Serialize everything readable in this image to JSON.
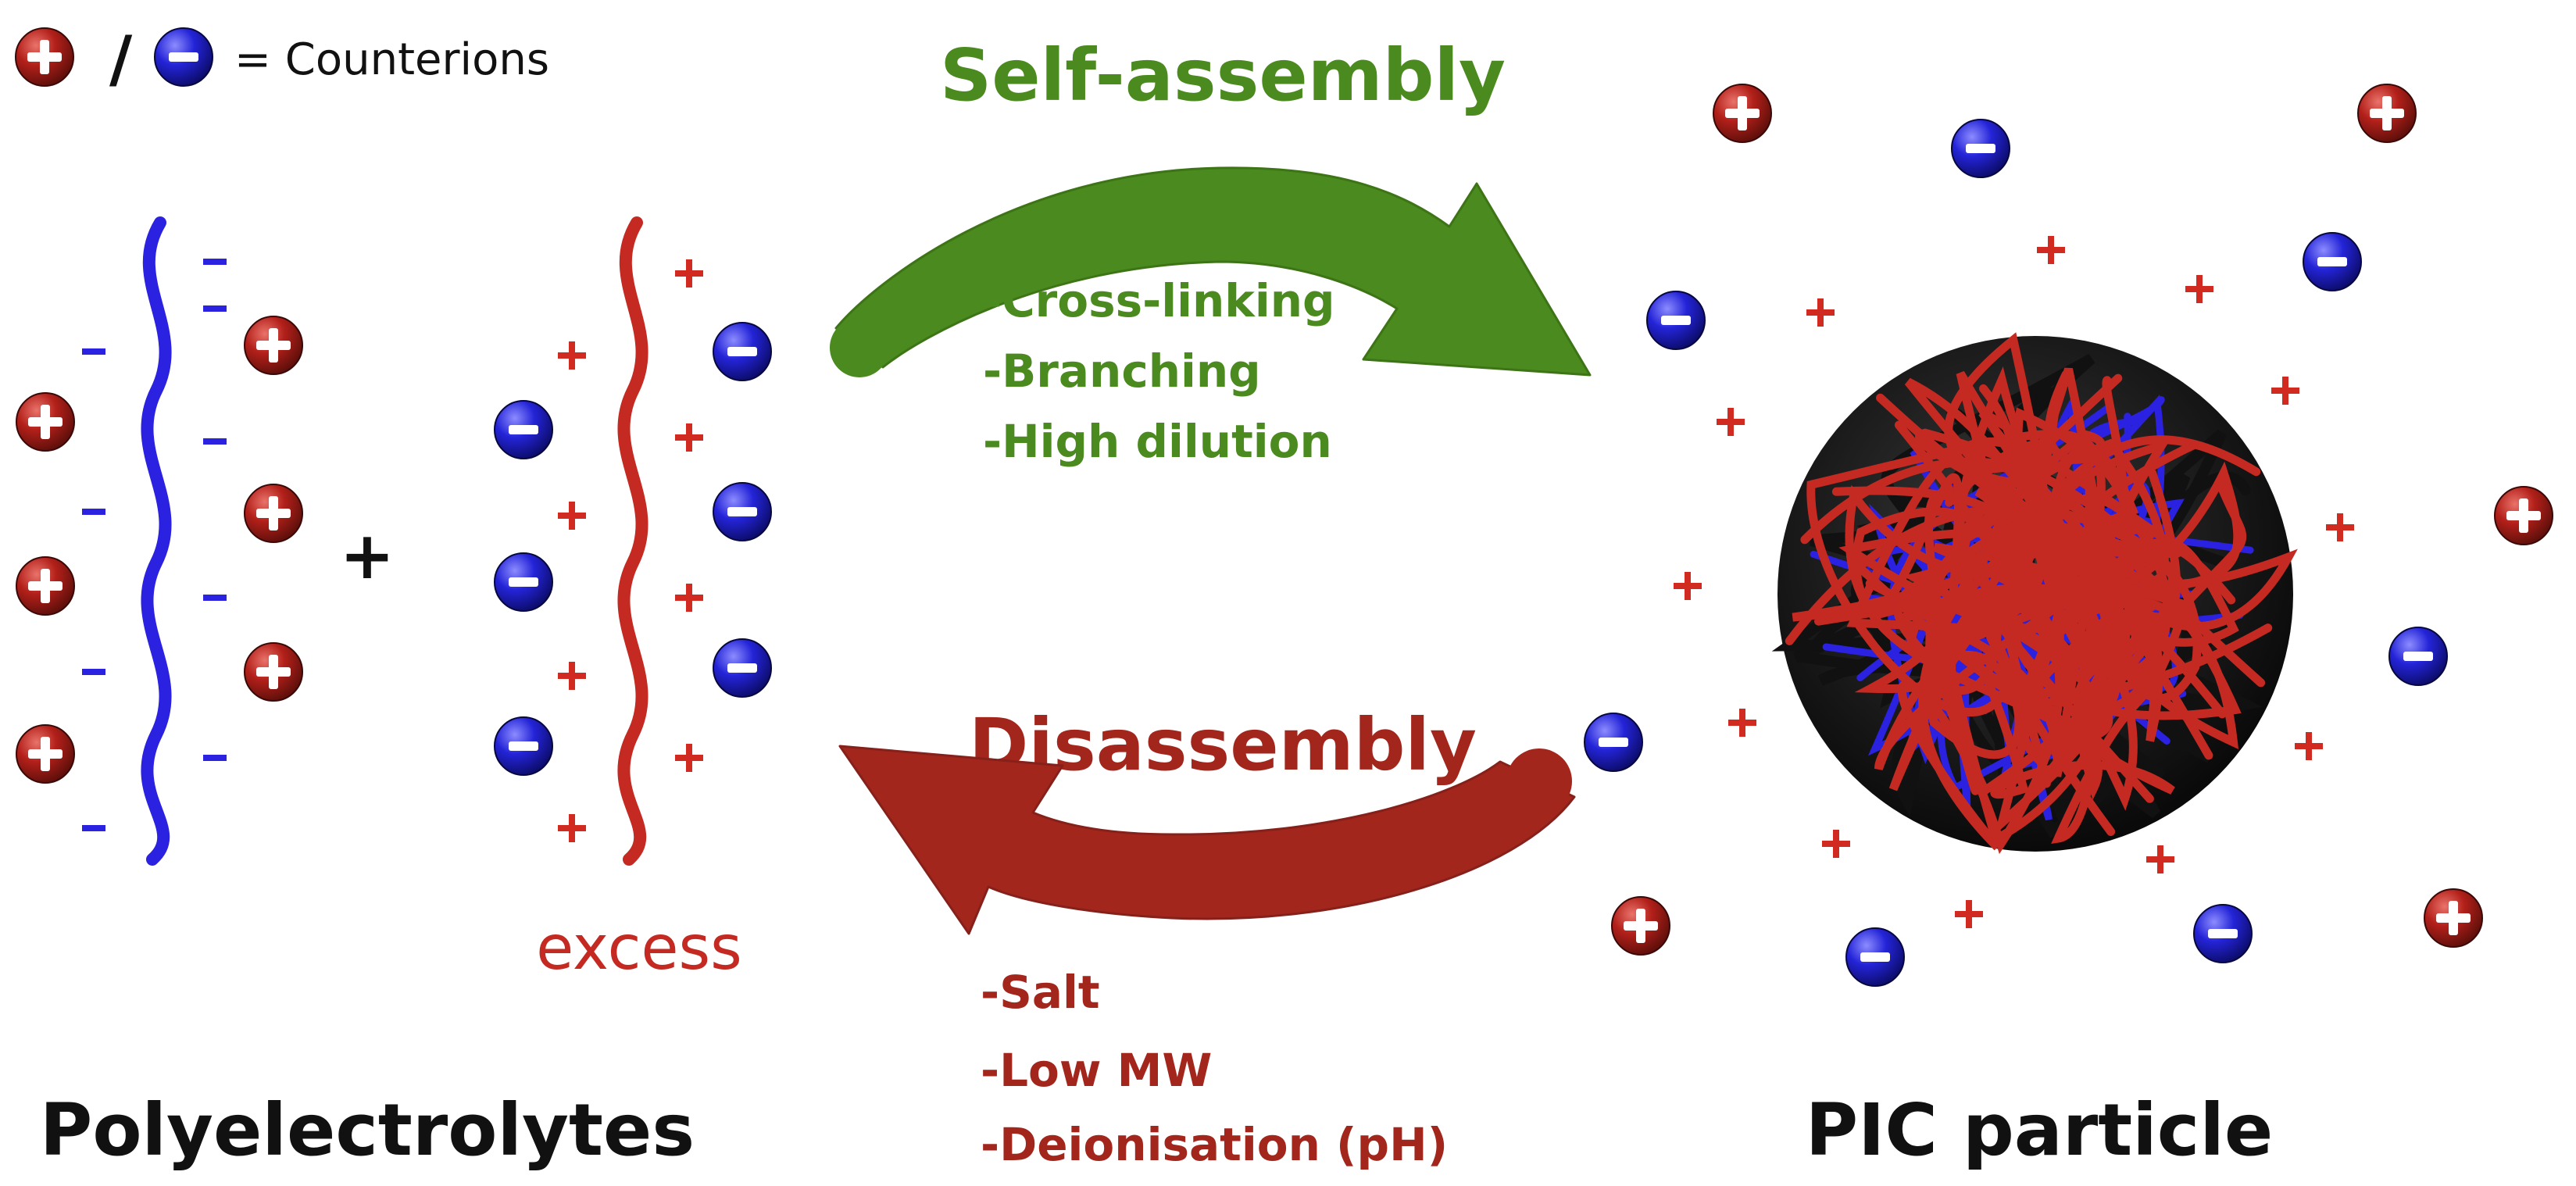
{
  "legend": {
    "slash": "/",
    "text": "= Counterions"
  },
  "self_assembly": {
    "title": "Self-assembly",
    "conditions": [
      "-Cross-linking",
      "-Branching",
      "-High dilution"
    ]
  },
  "disassembly": {
    "title": "Disassembly",
    "conditions": [
      "-Salt",
      "-Low MW",
      "-Deionisation (pH)"
    ]
  },
  "plus_sign": "+",
  "excess_label": "excess",
  "left_caption": "Polyelectrolytes",
  "right_caption": "PIC particle",
  "colors": {
    "green": "#4a8a1e",
    "dark_red": "#a3261d",
    "chain_red": "#c42a22",
    "chain_blue": "#2a22e0",
    "ion_red": "#b3201a",
    "ion_blue": "#2424d8",
    "text_black": "#111111"
  }
}
